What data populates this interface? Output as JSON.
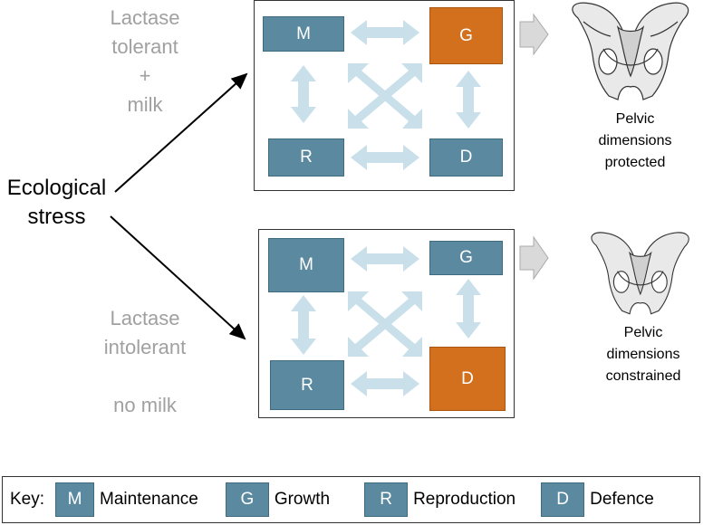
{
  "top_condition": {
    "line1": "Lactase",
    "line2": "tolerant",
    "line3": "+",
    "line4": "milk"
  },
  "bottom_condition": {
    "line1": "Lactase",
    "line2": "intolerant",
    "line3": "no milk"
  },
  "stressor": {
    "line1": "Ecological",
    "line2": "stress"
  },
  "top_panel": {
    "m": "M",
    "g": "G",
    "r": "R",
    "d": "D"
  },
  "bottom_panel": {
    "m": "M",
    "g": "G",
    "r": "R",
    "d": "D"
  },
  "top_outcome": {
    "line1": "Pelvic",
    "line2": "dimensions",
    "line3": "protected"
  },
  "bottom_outcome": {
    "line1": "Pelvic",
    "line2": "dimensions",
    "line3": "constrained"
  },
  "key": {
    "title": "Key:",
    "items": [
      {
        "letter": "M",
        "label": "Maintenance"
      },
      {
        "letter": "G",
        "label": "Growth"
      },
      {
        "letter": "R",
        "label": "Reproduction"
      },
      {
        "letter": "D",
        "label": "Defence"
      }
    ]
  },
  "colors": {
    "box_blue": "#5b8aa0",
    "box_orange": "#d2701e",
    "arrow": "#c9e0ea",
    "label_gray": "#a0a0a0"
  }
}
